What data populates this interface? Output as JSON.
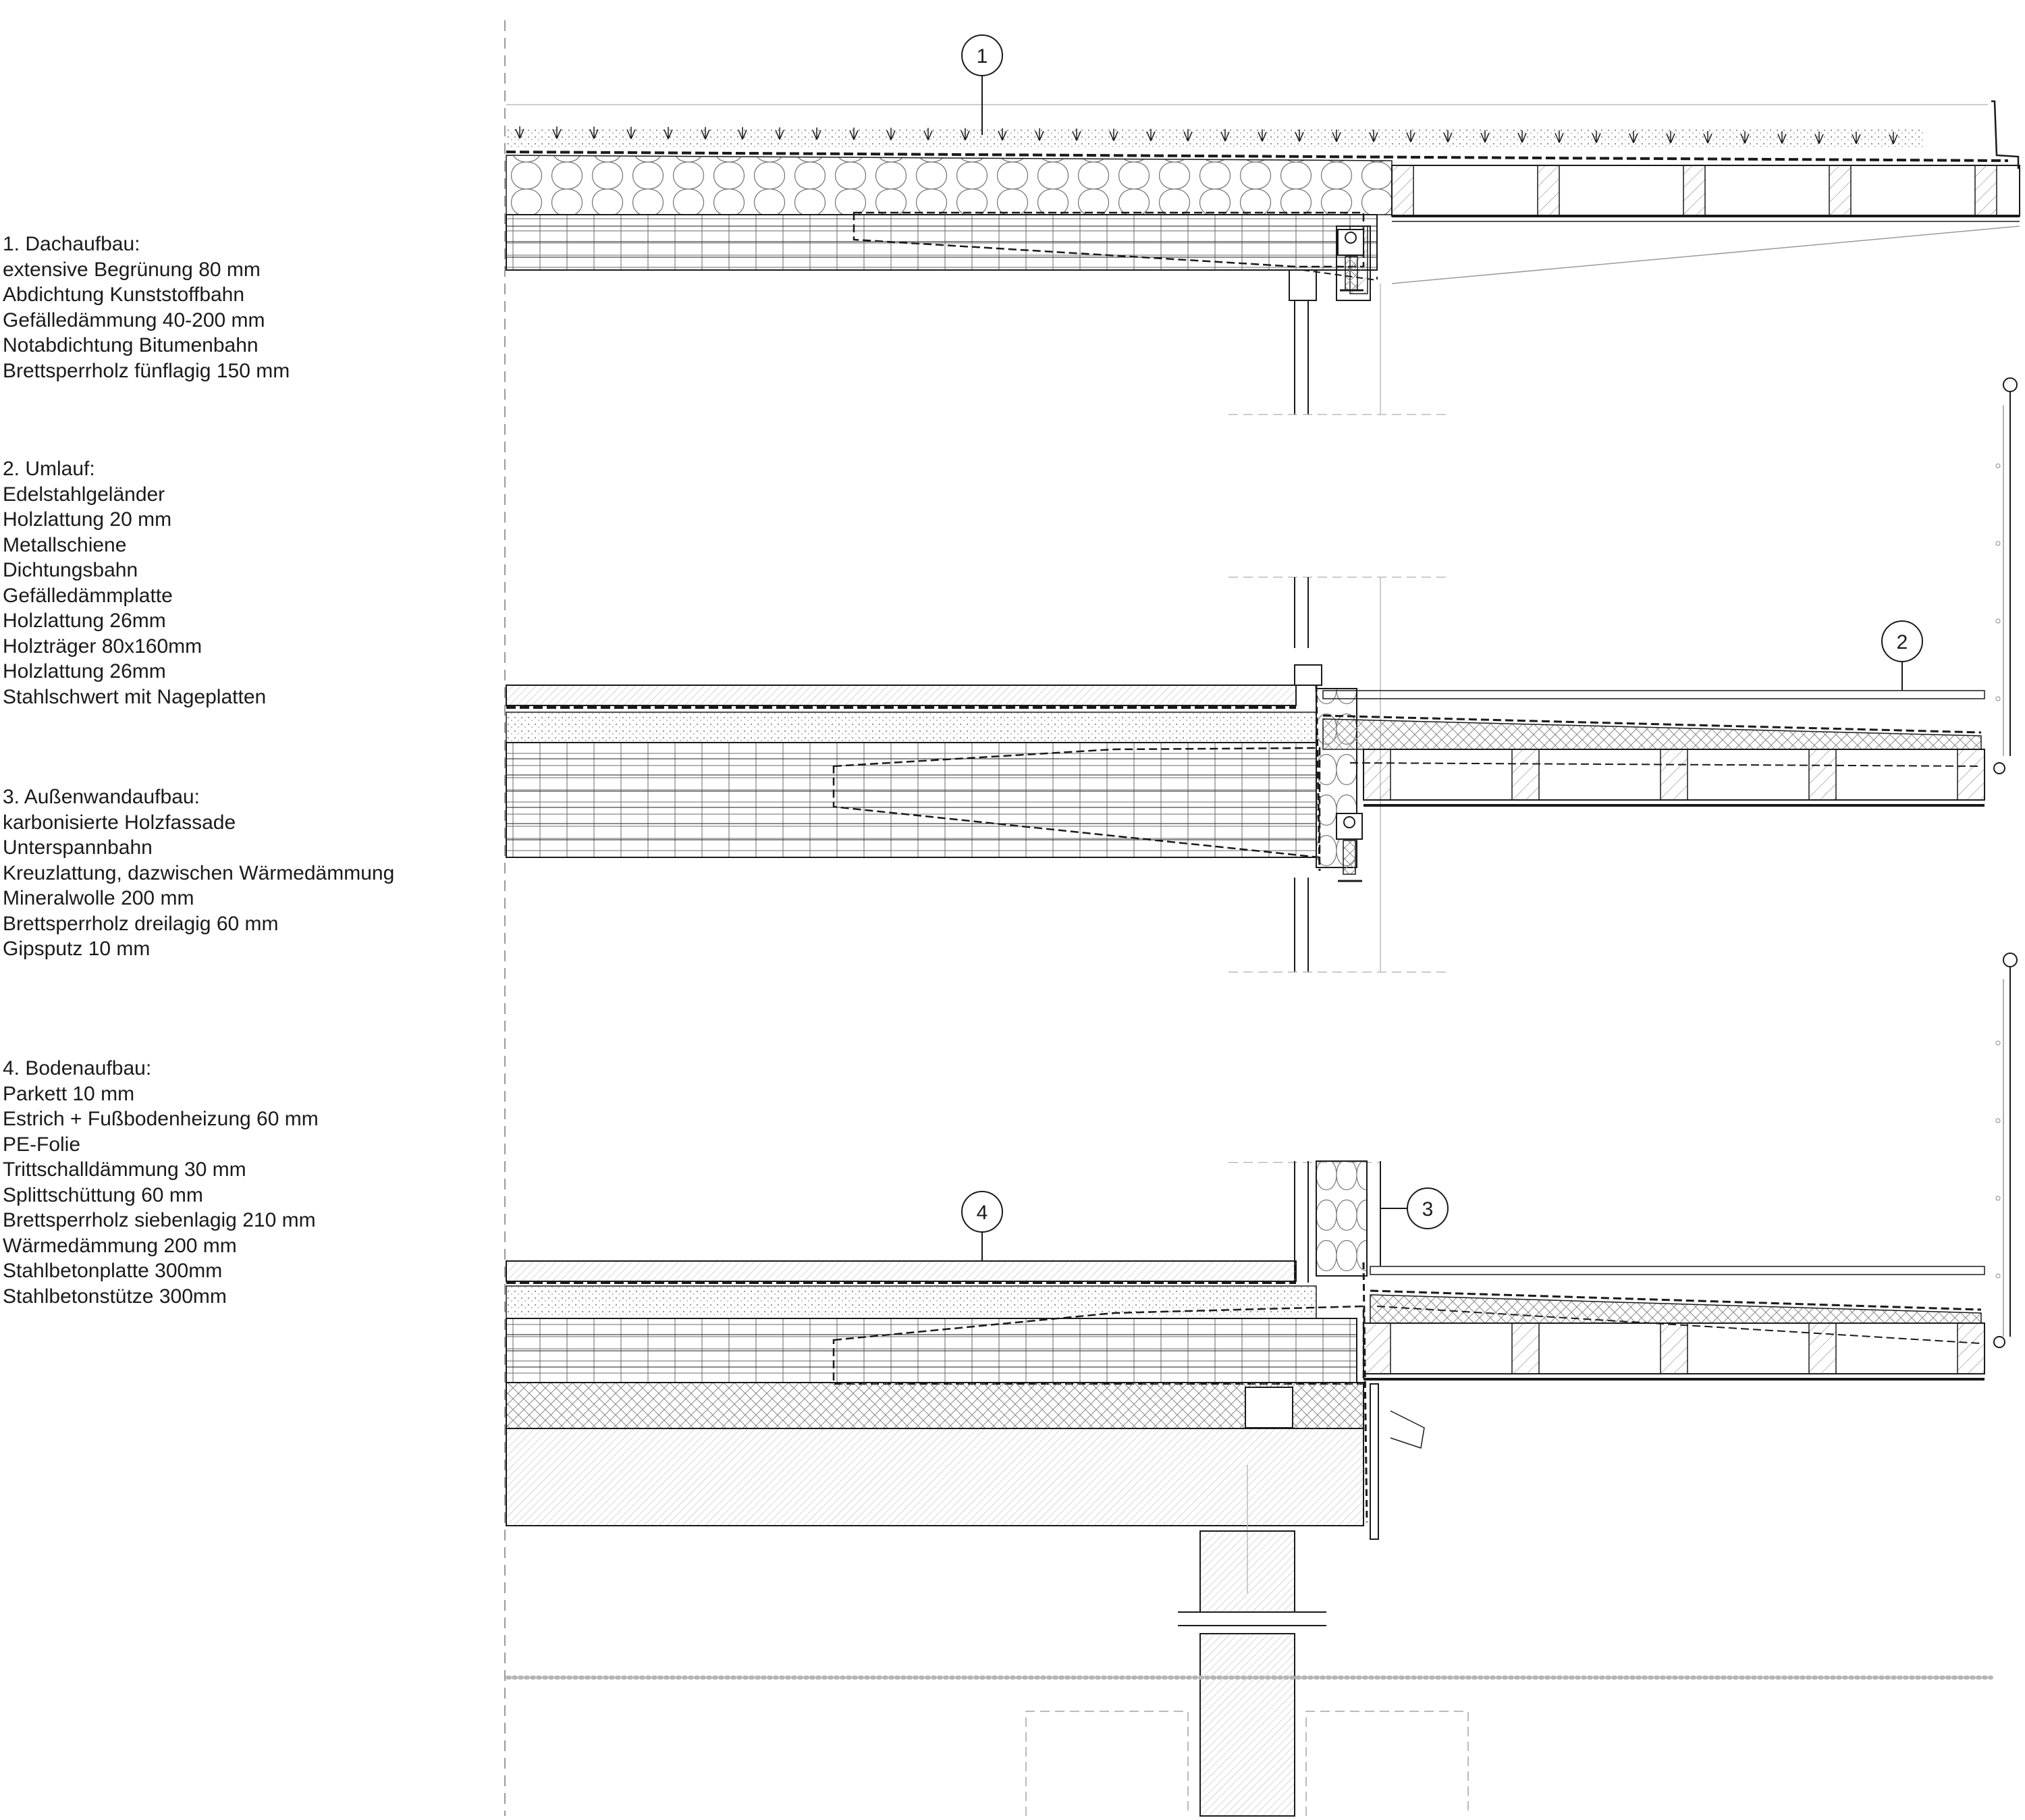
{
  "legend": {
    "dach": {
      "title": "1. Dachaufbau:",
      "items": [
        "extensive Begrünung 80 mm",
        "Abdichtung Kunststoffbahn",
        "Gefälledämmung 40-200 mm",
        "Notabdichtung Bitumenbahn",
        "Brettsperrholz fünflagig 150 mm"
      ]
    },
    "umlauf": {
      "title": "2. Umlauf:",
      "items": [
        "Edelstahlgeländer",
        "Holzlattung 20 mm",
        "Metallschiene",
        "Dichtungsbahn",
        "Gefälledämmplatte",
        "Holzlattung 26mm",
        "Holzträger 80x160mm",
        "Holzlattung 26mm",
        "Stahlschwert mit Nageplatten"
      ]
    },
    "wand": {
      "title": "3. Außenwandaufbau:",
      "items": [
        "karbonisierte Holzfassade",
        "Unterspannbahn",
        "Kreuzlattung, dazwischen Wärmedämmung",
        "Mineralwolle 200 mm",
        "Brettsperrholz dreilagig 60 mm",
        "Gipsputz 10 mm"
      ]
    },
    "boden": {
      "title": "4. Bodenaufbau:",
      "items": [
        "Parkett 10 mm",
        "Estrich + Fußbodenheizung 60 mm",
        "PE-Folie",
        "Trittschalldämmung 30 mm",
        "Splittschüttung 60 mm",
        "Brettsperrholz siebenlagig 210 mm",
        "Wärmedämmung 200 mm",
        "Stahlbetonplatte 300mm",
        "Stahlbetonstütze 300mm"
      ]
    }
  },
  "callouts": [
    {
      "label": "1"
    },
    {
      "label": "2"
    },
    {
      "label": "3"
    },
    {
      "label": "4"
    }
  ],
  "colors": {
    "line": "#1a1a1a",
    "hatch": "#7a7a7a",
    "dash": "#999999",
    "background": "#ffffff"
  }
}
